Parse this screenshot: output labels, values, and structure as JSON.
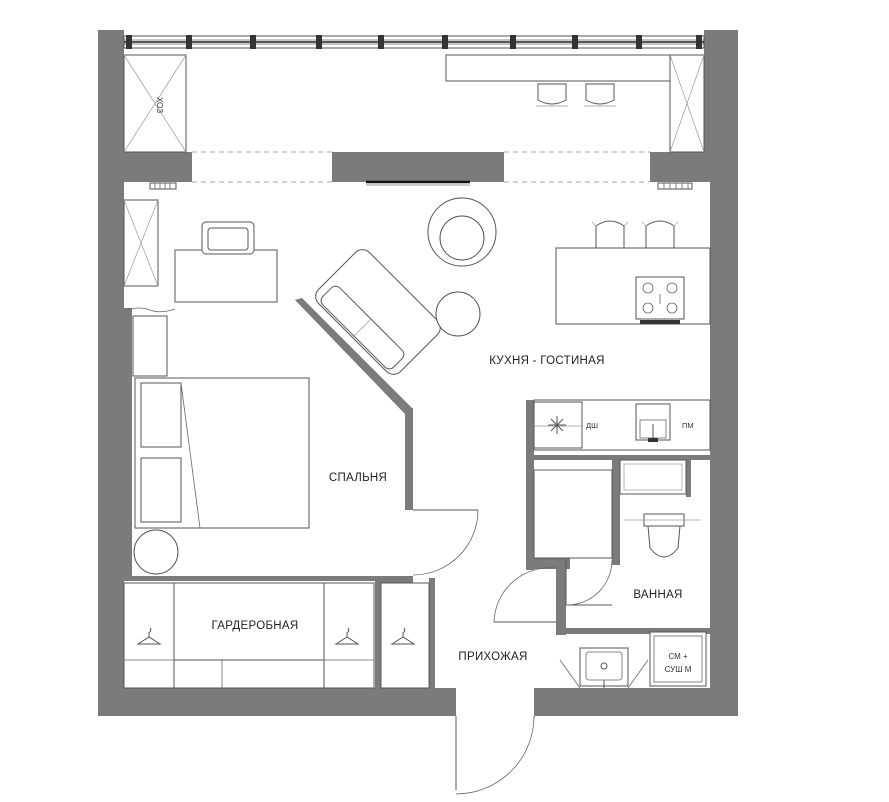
{
  "rooms": {
    "kitchen_living": "КУХНЯ - ГОСТИНАЯ",
    "bedroom": "СПАЛЬНЯ",
    "wardrobe": "ГАРДЕРОБНАЯ",
    "bathroom": "ВАННАЯ",
    "hallway": "ПРИХОЖАЯ",
    "storage": "ХОЗ"
  },
  "appliances": {
    "dishwasher": "ПМ",
    "oven": "ДШ",
    "washer_line1": "СМ +",
    "washer_line2": "СУШ М"
  },
  "colors": {
    "wall": "#7b7b7b",
    "line": "#555555",
    "background": "#ffffff"
  }
}
